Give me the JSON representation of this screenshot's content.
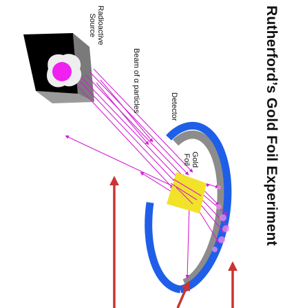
{
  "title": "Rutherford’s Gold Foil Experiment",
  "labels": {
    "source": "Radioactive\nSource",
    "beam": "Beam of α particles",
    "detector": "Detector",
    "foil": "Gold\nFoil"
  },
  "colors": {
    "detector_ring": "#1f5fe8",
    "detector_inner": "#8c8c8c",
    "gold_foil": "#f2e22a",
    "beam": "#d21ed2",
    "source_core": "#f020f0",
    "pointer_arrows": "#cc3333",
    "box_front": "#000000",
    "box_side": "#7a7a7a"
  }
}
